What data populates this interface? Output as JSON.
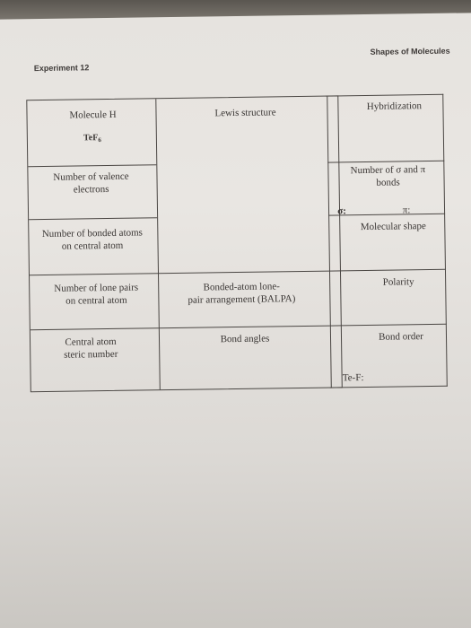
{
  "header": {
    "left": "Experiment 12",
    "right": "Shapes of Molecules"
  },
  "cells": {
    "molecule_h": "Molecule H",
    "formula_base": "TeF",
    "formula_sub": "6",
    "lewis_structure": "Lewis structure",
    "hybridization": "Hybridization",
    "valence_line1": "Number of valence",
    "valence_line2": "electrons",
    "sigma_pi_line1": "Number of σ and π",
    "sigma_pi_line2": "bonds",
    "sigma_label": "σ:",
    "pi_label": "π:",
    "bonded_line1": "Number of bonded atoms",
    "bonded_line2": "on central atom",
    "molecular_shape": "Molecular shape",
    "lone_line1": "Number of lone pairs",
    "lone_line2": "on central atom",
    "balpa_line1": "Bonded-atom lone-",
    "balpa_line2": "pair arrangement (BALPA)",
    "polarity": "Polarity",
    "steric_line1": "Central atom",
    "steric_line2": "steric number",
    "bond_angles": "Bond angles",
    "bond_order": "Bond order",
    "te_f": "Te-F:"
  }
}
